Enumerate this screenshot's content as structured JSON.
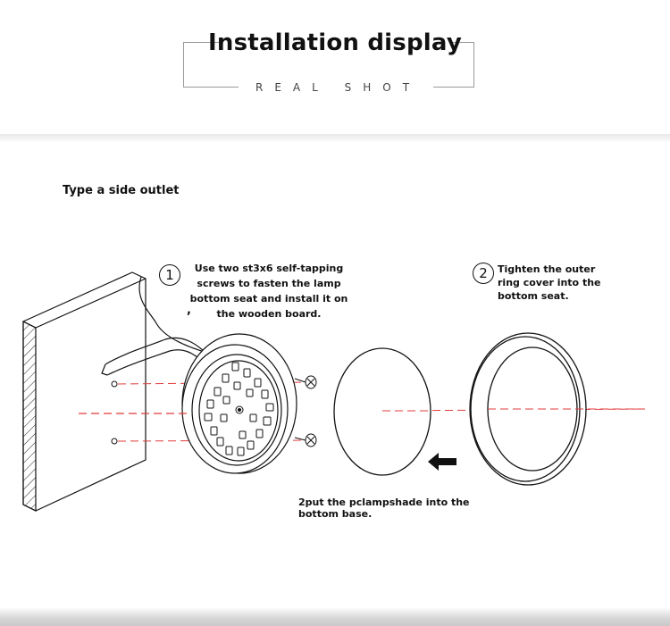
{
  "header": {
    "title": "Installation display",
    "subtitle": "REAL SHOT"
  },
  "section_label": "Type a side outlet",
  "steps": [
    {
      "number": "1",
      "text_lines": [
        "Use two st3x6 self-tapping",
        "screws to fasten the lamp",
        "bottom seat and install it on",
        "the wooden board."
      ]
    },
    {
      "number": "2",
      "text_lines": [
        "Tighten the outer",
        "ring cover into the",
        "bottom seat."
      ]
    }
  ],
  "note_lampshade": {
    "text_lines": [
      "2put the pclampshade into the",
      "bottom base."
    ]
  },
  "stray_comma": ",",
  "colors": {
    "guide_line": "#e23b3b",
    "ink": "#111111",
    "frame": "#9a9a9a"
  }
}
